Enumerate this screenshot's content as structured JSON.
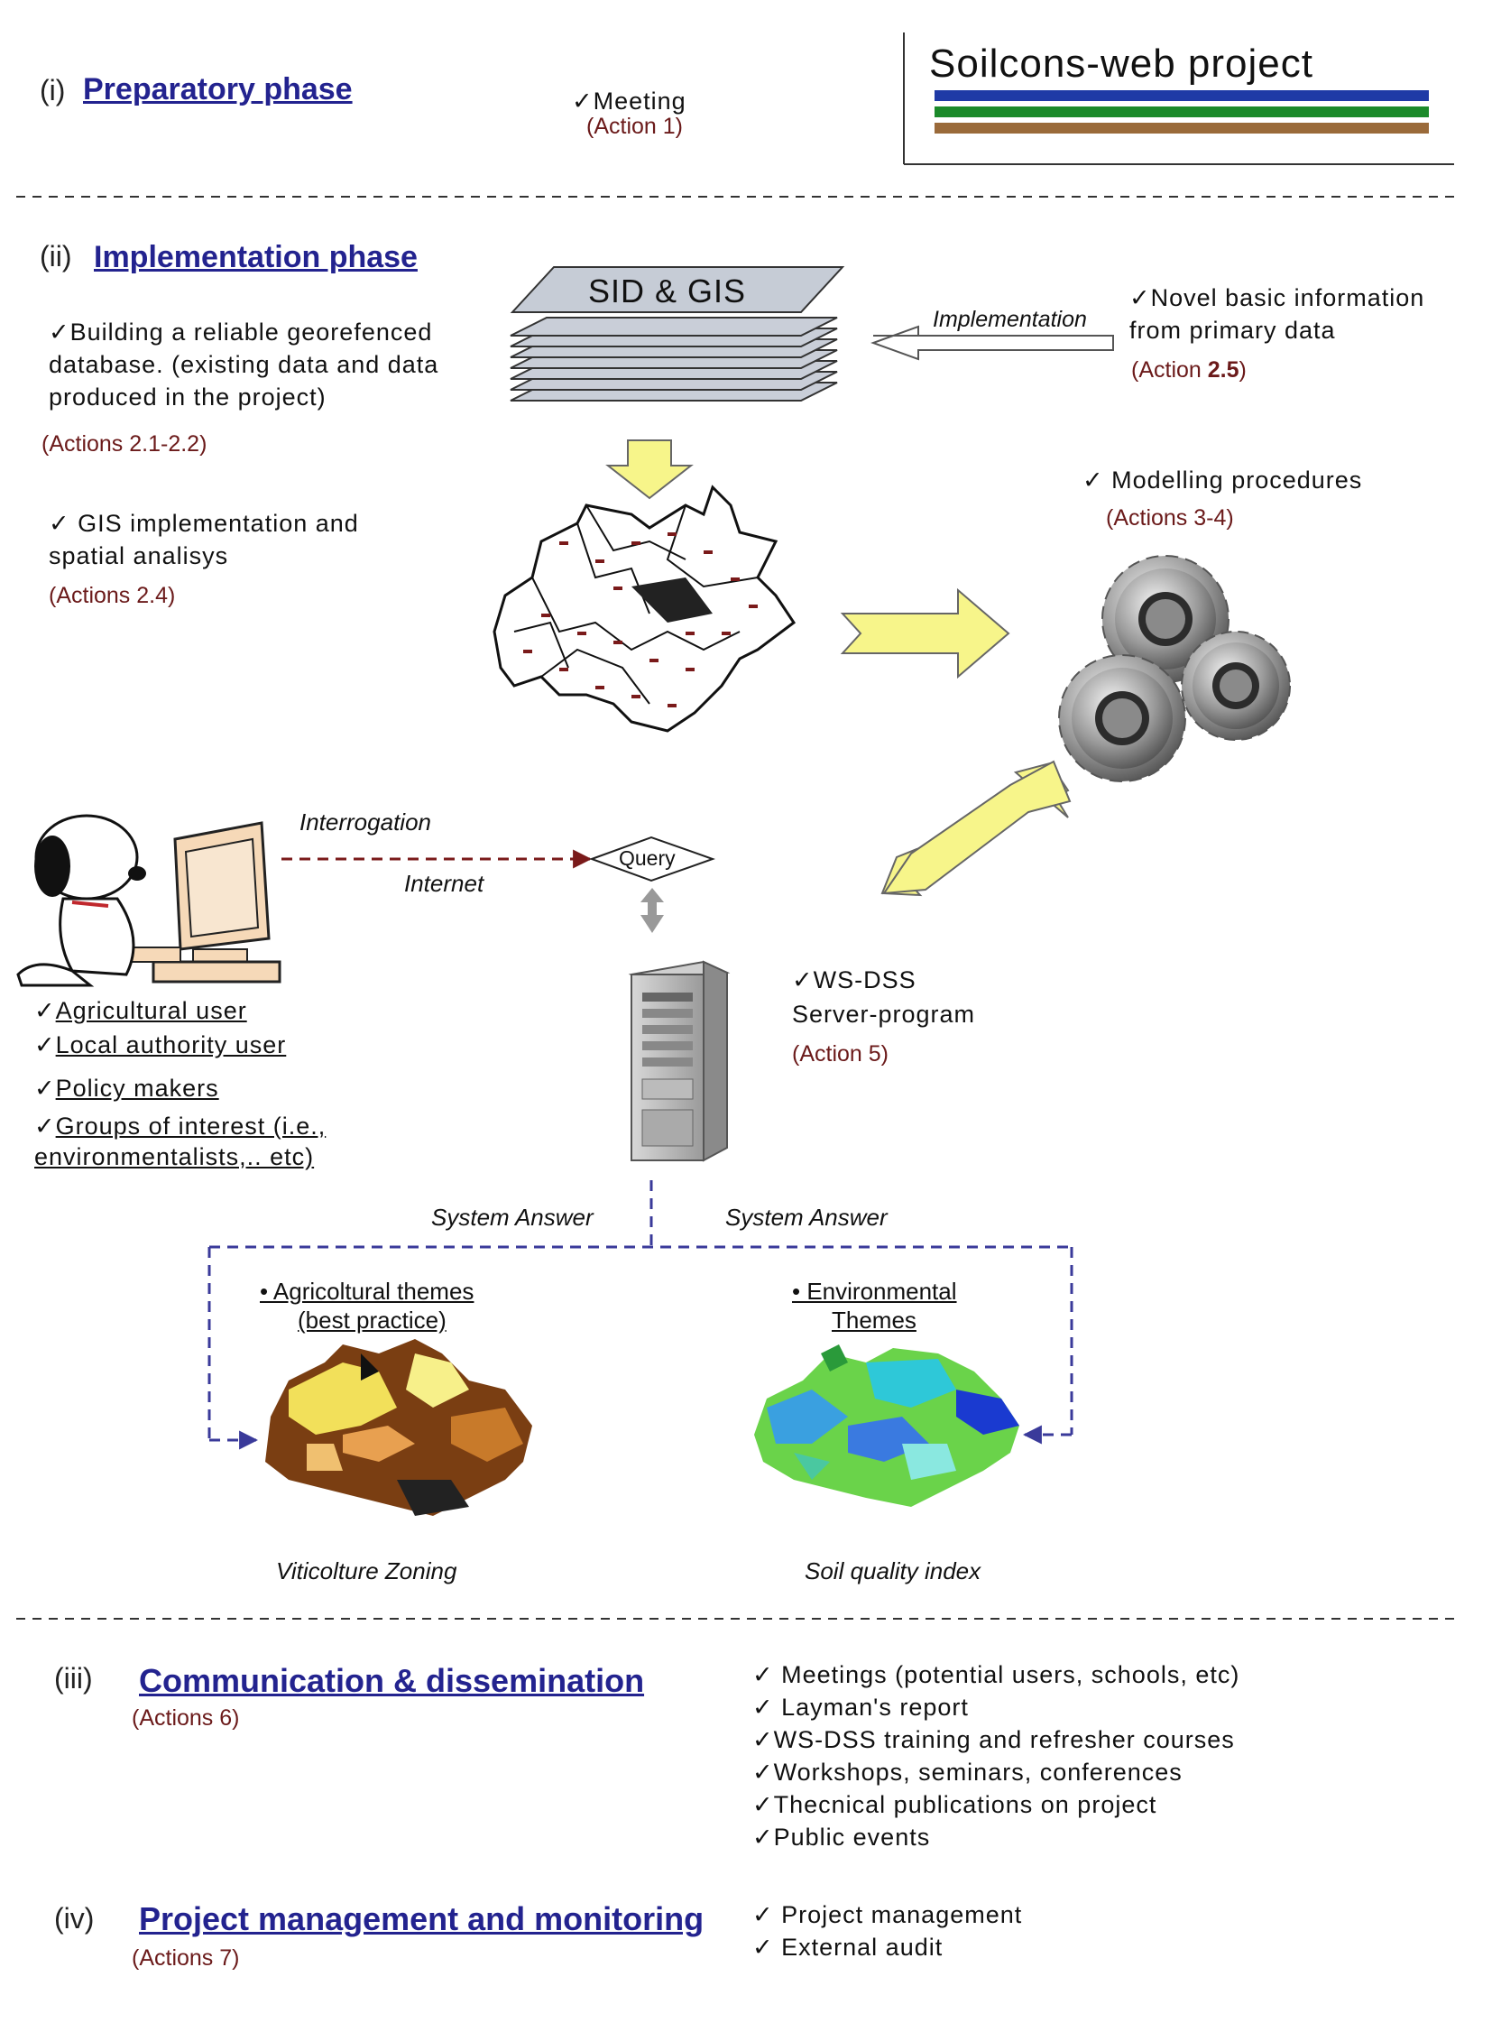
{
  "header": {
    "project_title": "Soilcons-web project",
    "brand_lines": [
      "#1f3aa6",
      "#1b8a2a",
      "#9a6a3a"
    ]
  },
  "phase1": {
    "roman": "(i)",
    "title": "Preparatory phase",
    "item": "✓Meeting",
    "action": "(Action 1)"
  },
  "phase2": {
    "roman": "(ii)",
    "title": "Implementation phase",
    "db_line1": "✓Building a reliable georefenced",
    "db_line2": "database. (existing data and data",
    "db_line3": "produced in the project)",
    "db_action": "(Actions 2.1-2.2)",
    "gis_line1": "✓ GIS implementation and",
    "gis_line2": "spatial analisys",
    "gis_action": "(Actions 2.4)",
    "stack_label": "SID & GIS",
    "implementation_label": "Implementation",
    "novel_line1": "✓Novel basic information",
    "novel_line2": "from primary data",
    "novel_action_prefix": "(Action ",
    "novel_action_num": "2.5",
    "novel_action_suffix": ")",
    "modelling": "✓ Modelling procedures",
    "modelling_action": "(Actions 3-4)",
    "interrogation_label": "Interrogation",
    "internet_label": "Internet",
    "query_label": "Query",
    "users": [
      "Agricultural user",
      "Local authority user",
      "Policy makers",
      "Groups of interest (i.e.,",
      "environmentalists,.. etc)"
    ],
    "check": "✓",
    "wsdss_line1": "✓WS-DSS",
    "wsdss_line2": "Server-program",
    "wsdss_action": "(Action 5)",
    "answer_left": "System Answer",
    "answer_right": "System Answer",
    "agri_theme_line1": "• Agricoltural themes",
    "agri_theme_line2": "(best practice)",
    "env_theme_line1": "• Environmental",
    "env_theme_line2": "Themes",
    "agri_map_caption": "Viticolture Zoning",
    "env_map_caption": "Soil quality index"
  },
  "phase3": {
    "roman": "(iii)",
    "title": "Communication & dissemination",
    "action": "(Actions 6)",
    "items": [
      "✓ Meetings (potential users, schools, etc)",
      "✓ Layman's report",
      "✓WS-DSS training and refresher courses",
      "✓Workshops, seminars, conferences",
      "✓Thecnical publications on project",
      "✓Public events"
    ]
  },
  "phase4": {
    "roman": "(iv)",
    "title": "Project management and monitoring",
    "action": "(Actions 7)",
    "items": [
      "✓ Project management",
      "✓ External audit"
    ]
  }
}
